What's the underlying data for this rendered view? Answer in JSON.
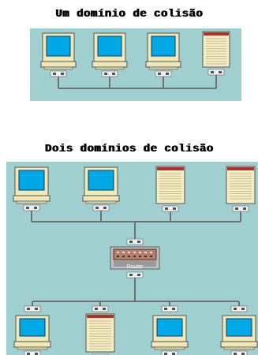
{
  "diagram_one": {
    "title": "Um domínio de colisão",
    "devices": [
      "computer-icon",
      "computer-icon",
      "computer-icon",
      "server-icon"
    ]
  },
  "diagram_two": {
    "title": "Dois domínios de colisão",
    "top_devices": [
      "computer-icon",
      "computer-icon",
      "server-icon",
      "server-icon"
    ],
    "router_label": "Router",
    "bottom_devices": [
      "computer-icon",
      "server-icon",
      "computer-icon",
      "computer-icon"
    ]
  },
  "colors": {
    "panel": "#9fcfcf",
    "line": "#707070",
    "screen": "#00a8e8",
    "monitor_frame": "#efe8b8",
    "server_body": "#f4edc4",
    "server_stripe": "#b03030",
    "router_body": "#b08070",
    "router_frame": "#c0c0c0"
  }
}
